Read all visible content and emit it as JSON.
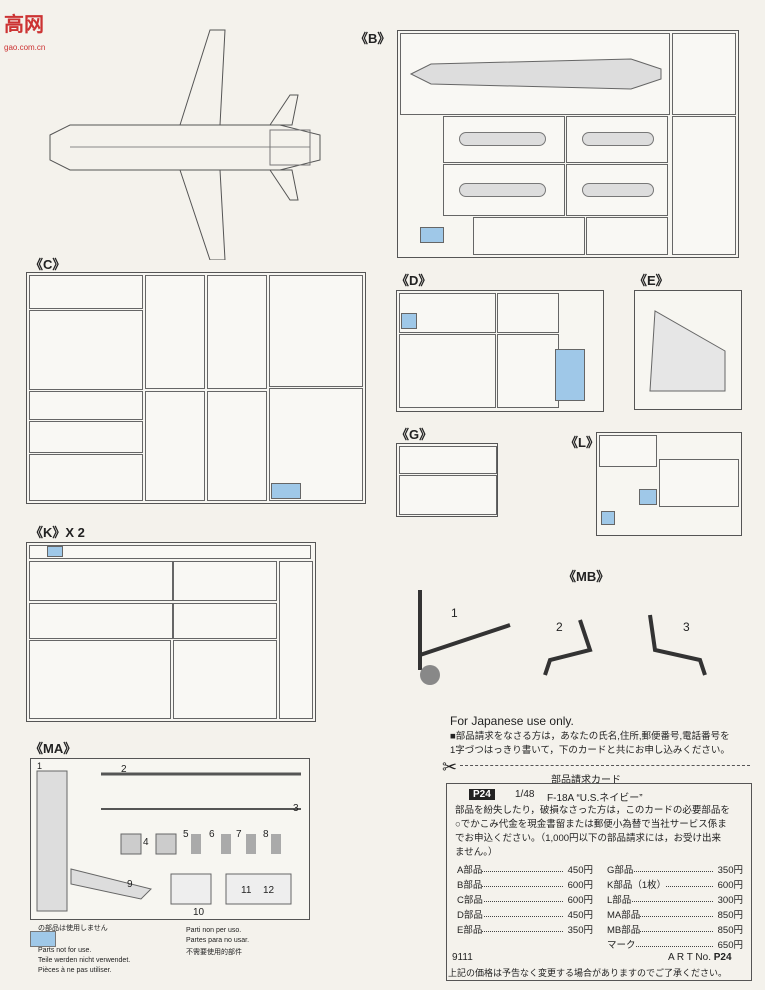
{
  "logo": {
    "text": "高网",
    "sub": "gao.com.cn"
  },
  "sections": {
    "B": "《B》",
    "C": "《C》",
    "D": "《D》",
    "E": "《E》",
    "G": "《G》",
    "L": "《L》",
    "K": "《K》X 2",
    "MB": "《MB》",
    "MA": "《MA》"
  },
  "landing_gear_labels": [
    "1",
    "2",
    "3"
  ],
  "ma_part_labels": [
    "1",
    "2",
    "3",
    "4",
    "5",
    "6",
    "7",
    "8",
    "9",
    "10",
    "11",
    "12"
  ],
  "legend": {
    "jp": "の部品は使用しません",
    "en": "Parts not for use.",
    "de": "Teile werden nicht verwendet.",
    "fr": "Pièces à ne pas utiliser.",
    "it": "Parti non per uso.",
    "es": "Partes para no usar.",
    "cn": "不需要使用的部件"
  },
  "order": {
    "intro_en": "For Japanese use only.",
    "intro_jp1": "■部品請求をなさる方は，あなたの氏名,住所,郵便番号,電話番号を",
    "intro_jp2": "1字づつはっきり書いて，下のカードと共にお申し込みください。",
    "card_title": "部品請求カード",
    "code": "P24",
    "scale": "1/48",
    "model": "F-18A  “U.S.ネイビー”",
    "body1": "部品を紛失したり，破損なさった方は，このカードの必要部品を",
    "body2": "○でかこみ代金を現金書留または郵便小為替で当社サービス係ま",
    "body3": "でお申込ください。（1,000円以下の部品請求には，お受け出来",
    "body4": "ません。）",
    "prices_left": [
      {
        "name": "A部品",
        "price": "450円"
      },
      {
        "name": "B部品",
        "price": "600円"
      },
      {
        "name": "C部品",
        "price": "600円"
      },
      {
        "name": "D部品",
        "price": "450円"
      },
      {
        "name": "E部品",
        "price": "350円"
      }
    ],
    "prices_right": [
      {
        "name": "G部品",
        "price": "350円"
      },
      {
        "name": "K部品（1枚）",
        "price": "600円"
      },
      {
        "name": "L部品",
        "price": "300円"
      },
      {
        "name": "MA部品",
        "price": "850円"
      },
      {
        "name": "MB部品",
        "price": "850円"
      },
      {
        "name": "マーク",
        "price": "650円"
      }
    ],
    "code_left": "9111",
    "art_no_label": "A R T No.",
    "art_no": "P24",
    "footer": "上記の価格は予告なく変更する場合がありますのでご了承ください。"
  }
}
